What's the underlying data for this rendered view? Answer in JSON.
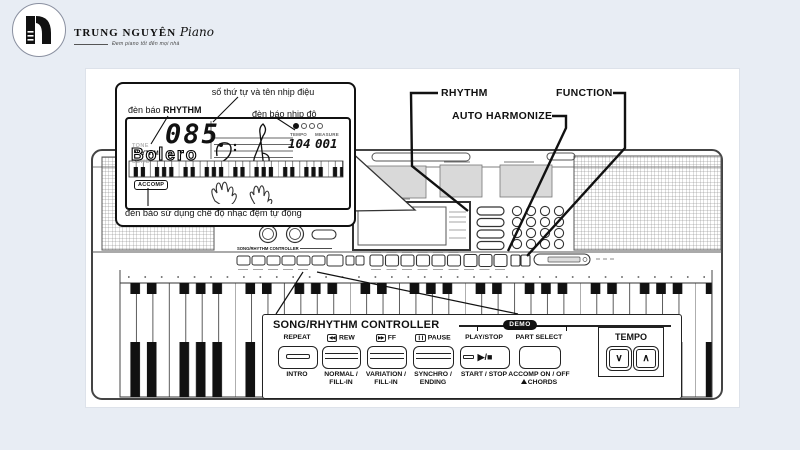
{
  "page": {
    "background": "#e8edf4",
    "panel_background": "#ffffff"
  },
  "logo": {
    "brand": "TRUNG NGUYÊN",
    "brand_script": "Piano",
    "tagline": "Đem piano tốt đến mọi nhà"
  },
  "annotations": {
    "rhythm": "RHYTHM",
    "function": "FUNCTION",
    "auto_harmonize": "AUTO HARMONIZE",
    "display_box": {
      "top": "số thứ tự và tên nhịp điệu",
      "left_prefix": "đèn báo ",
      "left_bold": "RHYTHM",
      "right": "đèn báo nhịp độ",
      "bottom": "đèn báo sử dụng chế độ nhạc đệm tự động"
    }
  },
  "display": {
    "tone": "TONE",
    "rhythm": "RHYTHM",
    "song": "SONG",
    "number": "085",
    "name": "Bolero",
    "tempo_label": "TEMPO",
    "tempo": "104",
    "measure_label": "MEASURE",
    "measure": "001",
    "accomp": "ACCOMP"
  },
  "keyboard": {
    "mini_controller_label": "SONG/RHYTHM CONTROLLER"
  },
  "controller": {
    "title": "SONG/RHYTHM CONTROLLER",
    "demo": "DEMO",
    "play_glyph": "▶/■",
    "top_labels": {
      "repeat": "REPEAT",
      "rew": "REW",
      "ff": "FF",
      "pause": "PAUSE",
      "play_stop": "PLAY/STOP",
      "part_select": "PART SELECT"
    },
    "bottom_labels": {
      "intro": "INTRO",
      "normal": "NORMAL /",
      "normal2": "FILL-IN",
      "variation": "VARIATION /",
      "variation2": "FILL-IN",
      "synchro": "SYNCHRO /",
      "synchro2": "ENDING",
      "start_stop": "START / STOP",
      "accomp": "ACCOMP ON / OFF",
      "chords": "CHORDS"
    },
    "tempo": {
      "label": "TEMPO",
      "down": "∨",
      "up": "∧"
    }
  }
}
